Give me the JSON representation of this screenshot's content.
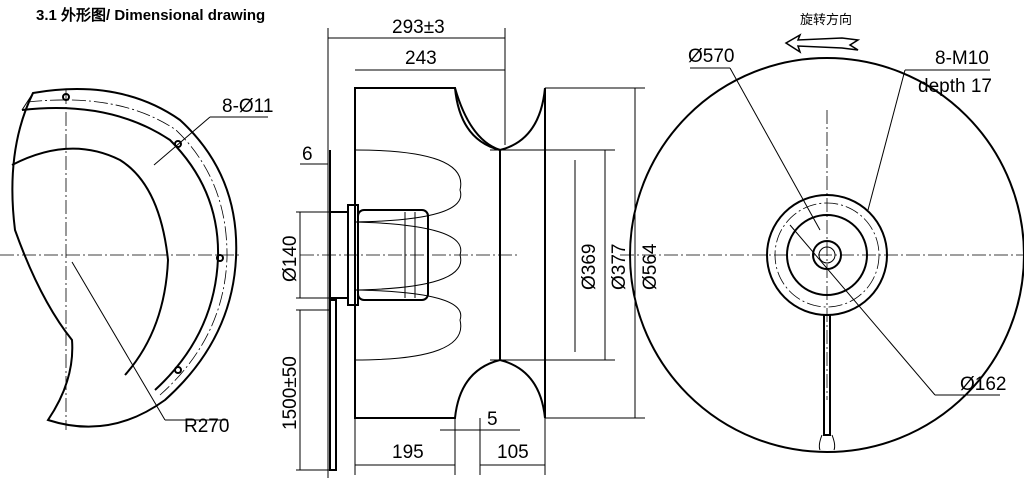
{
  "title": "3.1 外形图/ Dimensional drawing",
  "left_view": {
    "holes": "8-Ø11",
    "radius": "R270"
  },
  "side_view": {
    "overall_length": "293±3",
    "blade_length": "243",
    "flange_thickness": "6",
    "motor_diameter": "Ø140",
    "cable_length": "1500±50",
    "impeller_depth": "195",
    "gap": "5",
    "inlet_depth": "105",
    "inlet_inner_diameter": "Ø369",
    "inlet_outer_diameter": "Ø377",
    "inlet_ring_diameter": "Ø564"
  },
  "front_view": {
    "rotation_label": "旋转方向",
    "outer_diameter": "Ø570",
    "thread_holes": "8-M10",
    "thread_depth": "depth  17",
    "bolt_circle": "Ø162"
  }
}
